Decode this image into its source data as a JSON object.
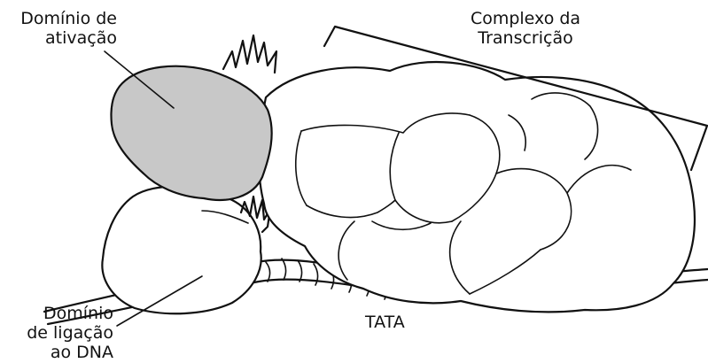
{
  "labels": {
    "activation_domain": [
      "Domínio de",
      "ativação"
    ],
    "transcription_complex": [
      "Complexo da",
      "Transcrição"
    ],
    "dna_binding_domain": [
      "Domínio",
      "de ligação",
      "ao DNA"
    ],
    "tata": "TATA"
  },
  "colors": {
    "activation_domain_fill": "#c8c8c8",
    "ink": "#111111",
    "background": "#ffffff"
  }
}
